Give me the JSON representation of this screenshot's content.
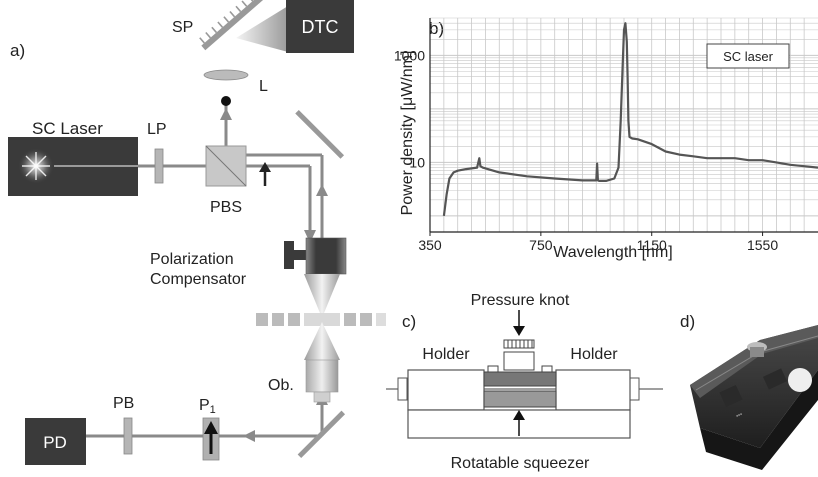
{
  "panel_a": {
    "panel_label": "a)",
    "labels": {
      "sp": "SP",
      "dtc": "DTC",
      "lens": "L",
      "sc_laser": "SC Laser",
      "lp": "LP",
      "pbs": "PBS",
      "pol_comp_line1": "Polarization",
      "pol_comp_line2": "Compensator",
      "objective": "Ob.",
      "pb": "PB",
      "p1_main": "P",
      "p1_sub": "1",
      "pd": "PD"
    }
  },
  "panel_b": {
    "panel_label": "b)",
    "legend": "SC laser",
    "chart_data": {
      "type": "line",
      "xlabel": "Wavelength [nm]",
      "ylabel": "Power density [μW/nm]",
      "yscale": "log",
      "xlim": [
        350,
        1750
      ],
      "ylim": [
        0.5,
        5000
      ],
      "xticks": [
        350,
        750,
        1150,
        1550
      ],
      "yticks": [
        10,
        1000
      ],
      "grid": true,
      "series": [
        {
          "name": "SC laser",
          "x": [
            400,
            410,
            420,
            435,
            450,
            480,
            520,
            528,
            532,
            540,
            600,
            700,
            800,
            900,
            950,
            953,
            956,
            960,
            985,
            1015,
            1030,
            1038,
            1045,
            1050,
            1055,
            1060,
            1063,
            1066,
            1070,
            1080,
            1100,
            1150,
            1200,
            1250,
            1300,
            1350,
            1400,
            1450,
            1500,
            1550,
            1600,
            1650,
            1700,
            1750
          ],
          "y": [
            1.0,
            2.5,
            5.0,
            6.5,
            7.0,
            7.5,
            8.0,
            12.0,
            8.5,
            8.0,
            6.5,
            5.5,
            5.0,
            4.6,
            4.6,
            9.5,
            4.6,
            4.5,
            4.5,
            5.0,
            8.0,
            60,
            600,
            3000,
            4000,
            1800,
            400,
            60,
            30,
            28,
            27,
            22,
            16,
            14,
            13,
            12,
            12,
            12,
            11,
            11,
            10,
            9,
            8.5,
            8
          ]
        }
      ]
    }
  },
  "panel_c": {
    "panel_label": "c)",
    "pressure_knot": "Pressure knot",
    "holder_left": "Holder",
    "holder_right": "Holder",
    "rotatable_squeezer": "Rotatable squeezer"
  },
  "panel_d": {
    "panel_label": "d)"
  },
  "colors": {
    "dark_box": "#3a3a3a",
    "beam": "#8a8a8a",
    "curve": "#555555",
    "grid": "#c8c8c8"
  }
}
